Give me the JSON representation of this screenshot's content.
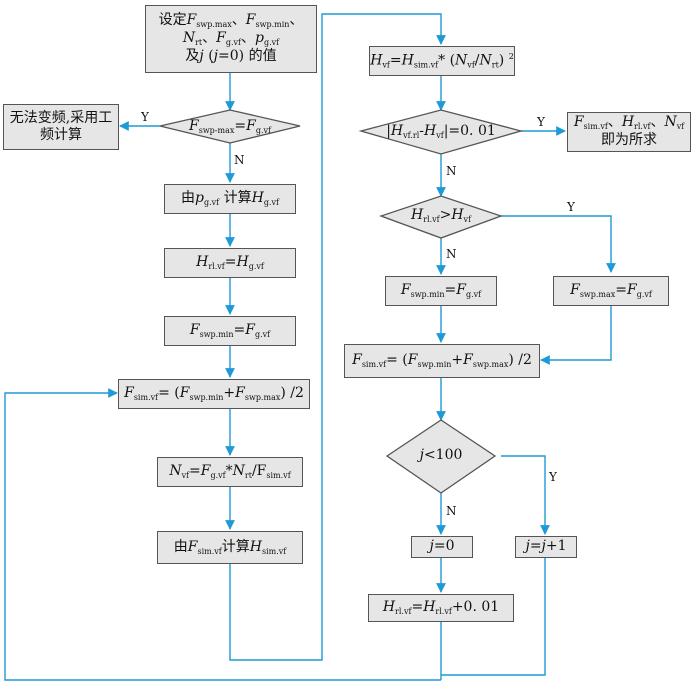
{
  "nodes": {
    "init": {
      "l1": "设定F<sub>swp.max</sub>、F<sub>swp.min</sub>、",
      "l2": "N<sub>rt</sub>、F<sub>g.vf</sub>、p<sub>g.vf</sub>",
      "l3": "及j (j=0) 的值"
    },
    "cond1": "F<sub>swp-max</sub>=F<sub>g.vf</sub>",
    "power": "无法变频,采用工频计算",
    "calc_hg": "由p<sub>g.vf</sub> 计算H<sub>g.vf</sub>",
    "set_hrl": "H<sub>rl.vf</sub>=H<sub>g.vf</sub>",
    "set_fmin": "F<sub>swp.min</sub>=F<sub>g.vf</sub>",
    "sim_left": "F<sub>sim.vf</sub>= (F<sub>swp.min</sub>+F<sub>swp.max</sub>) /2",
    "nvf": "N<sub>vf</sub>=F<sub>g.vf</sub>*N<sub>rt</sub>/F<sub>sim.vf</sub>",
    "calc_hsim": "由F<sub>sim.vf</sub>计算H<sub>sim.vf</sub>",
    "hvf": "H<sub>vf</sub>=H<sub>sim.vf</sub>* (N<sub>vf</sub>/N<sub>rt</sub>) <sup>2</sup>",
    "cond2": "|H<sub>vf.rl</sub>-H<sub>vf</sub>|=0. 01",
    "result": {
      "l1": "F<sub>sim.vf</sub>、H<sub>rl.vf</sub>、N<sub>vf</sub>",
      "l2": "即为所求"
    },
    "cond3": "H<sub>rl.vf</sub>&gt;H<sub>vf</sub>",
    "fmin_right": "F<sub>swp.min</sub>=F<sub>g.vf</sub>",
    "fmax_right": "F<sub>swp.max</sub>=F<sub>g.vf</sub>",
    "sim_right": "F<sub>sim.vf</sub>= (F<sub>swp.min</sub>+F<sub>swp.max</sub>) /2",
    "cond4": "j&lt;100",
    "j0": "j=0",
    "jinc": "j=j+1",
    "hrl_inc": "H<sub>rl.vf</sub>=H<sub>rl.vf</sub>+0. 01"
  },
  "branch_labels": {
    "yes": "Y",
    "no": "N"
  },
  "colors": {
    "connector": "#1e9ad6",
    "box_fill": "#e6e6e6",
    "box_border": "#555555"
  }
}
